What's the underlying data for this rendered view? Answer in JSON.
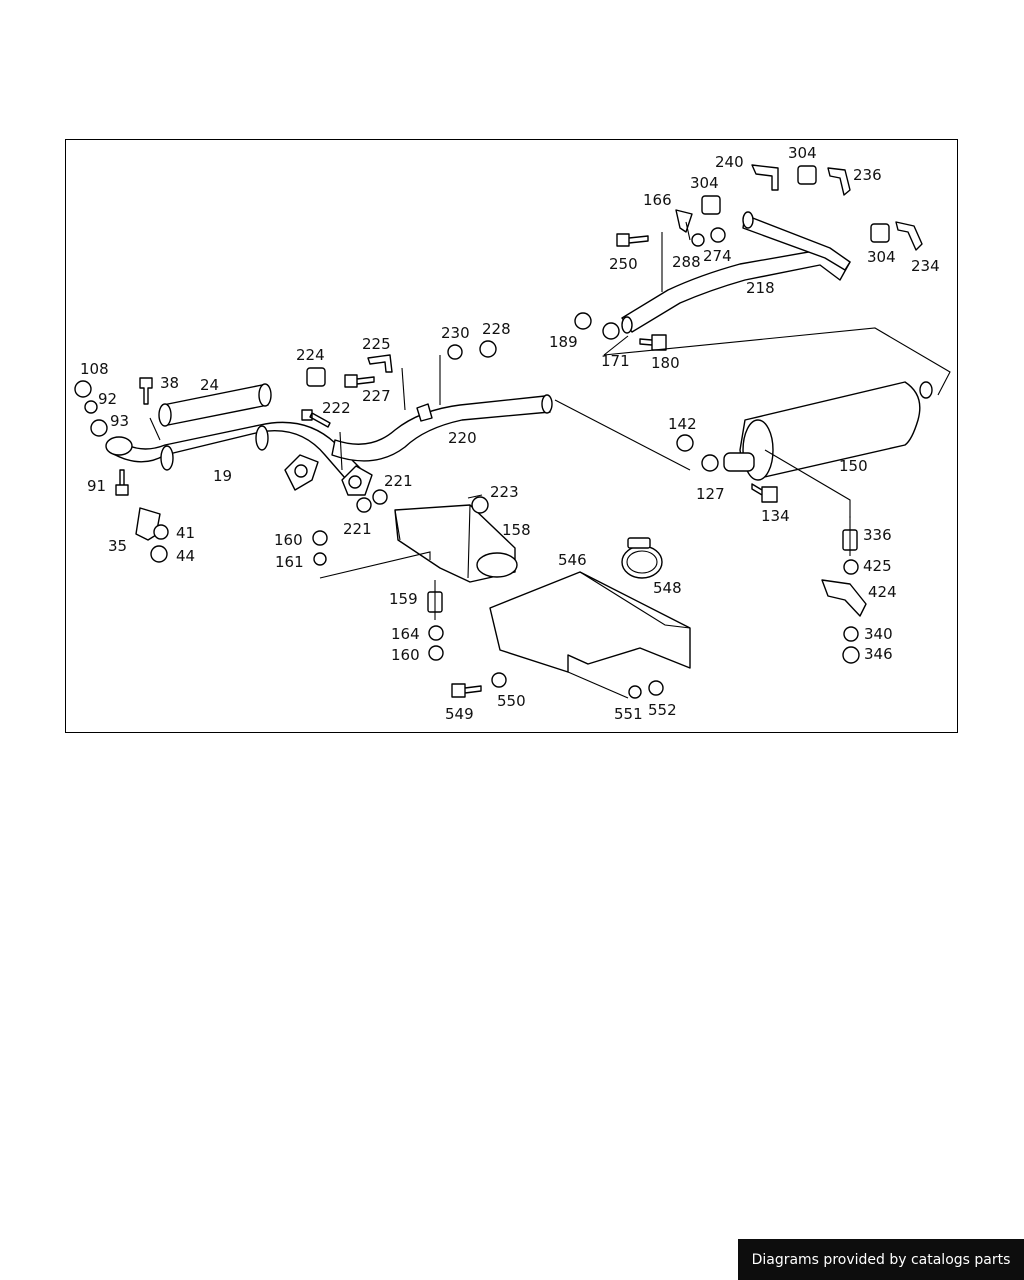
{
  "footer": {
    "credit": "Diagrams provided by catalogs parts"
  },
  "labels": [
    "108",
    "92",
    "93",
    "91",
    "35",
    "41",
    "44",
    "38",
    "24",
    "19",
    "224",
    "222",
    "225",
    "227",
    "230",
    "228",
    "220",
    "221",
    "221",
    "160",
    "161",
    "223",
    "158",
    "159",
    "164",
    "160",
    "549",
    "550",
    "546",
    "548",
    "551",
    "552",
    "250",
    "166",
    "288",
    "274",
    "304",
    "240",
    "304",
    "236",
    "304",
    "234",
    "218",
    "189",
    "171",
    "180",
    "142",
    "127",
    "134",
    "150",
    "336",
    "425",
    "424",
    "340",
    "346"
  ]
}
